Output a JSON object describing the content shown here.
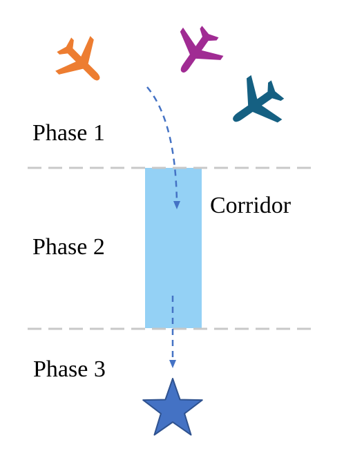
{
  "labels": {
    "phase_1": "Phase 1",
    "phase_2": "Phase 2",
    "phase_3": "Phase 3",
    "corridor": "Corridor"
  },
  "icons": {
    "aircraft_1": "airplane-icon",
    "aircraft_2": "airplane-icon",
    "aircraft_3": "airplane-icon",
    "destination": "star-icon"
  },
  "colors": {
    "aircraft_1": "#ED7D31",
    "aircraft_2": "#A02B93",
    "aircraft_3": "#156082",
    "corridor_fill": "#94D1F5",
    "path": "#4472C4",
    "star_fill": "#4472C4",
    "star_stroke": "#2F528F",
    "boundary_line": "#C8C8C8"
  }
}
